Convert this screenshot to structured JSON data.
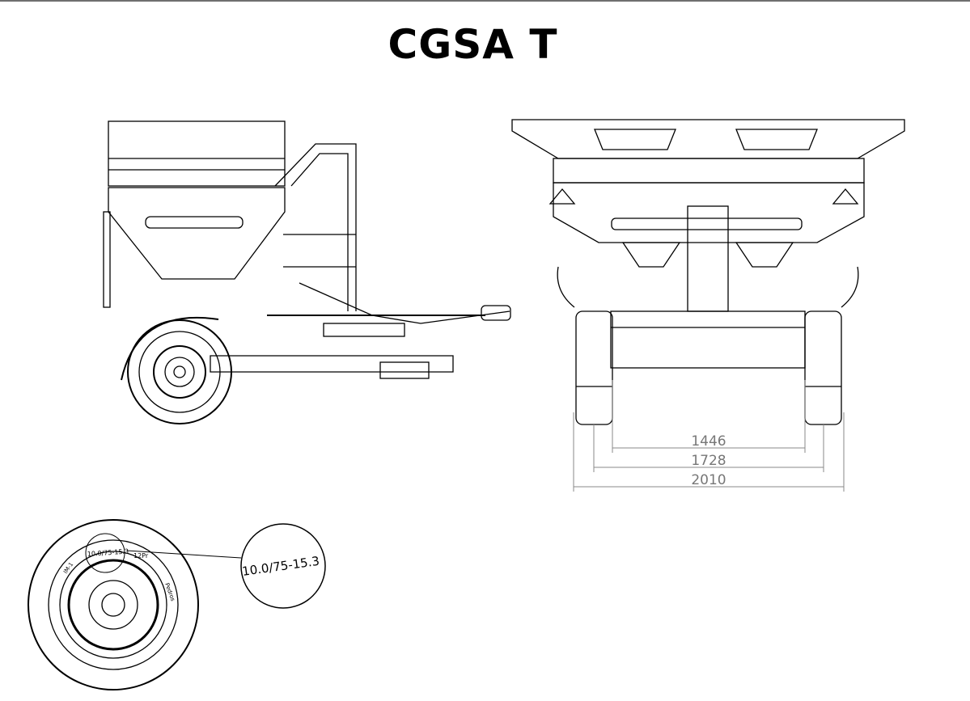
{
  "title": "CGSA T",
  "dimensions": {
    "inner_track": "1446",
    "track": "1728",
    "overall_width": "2010"
  },
  "tire_detail": {
    "size": "10.0/75-15.3",
    "ply": "12Pr",
    "code": "IM-1",
    "brand": "Pedros",
    "zoom_size": "10.0/75-15.3"
  }
}
